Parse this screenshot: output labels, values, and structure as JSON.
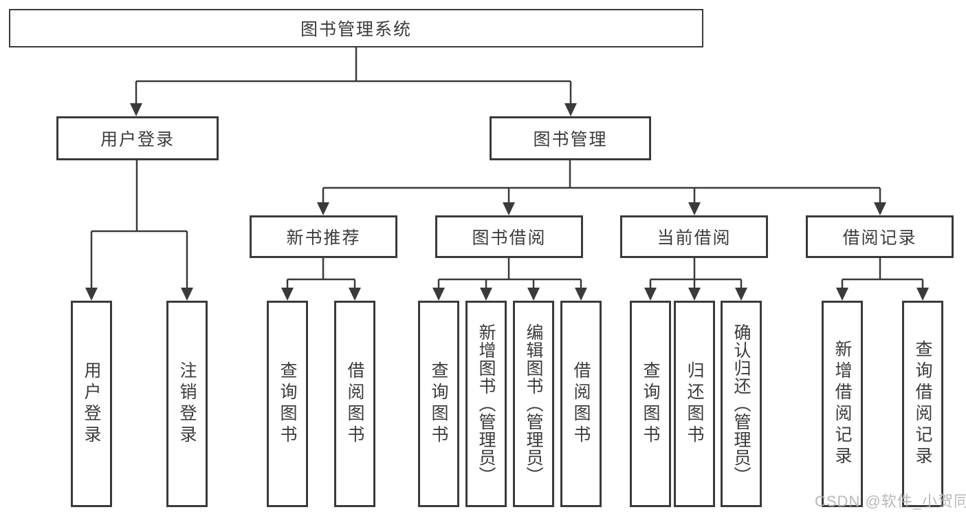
{
  "diagram_title": "图书管理系统",
  "tree": {
    "label": "图书管理系统",
    "children": [
      {
        "label": "用户登录",
        "children": [
          {
            "label": "用户登录"
          },
          {
            "label": "注销登录"
          }
        ]
      },
      {
        "label": "图书管理",
        "children": [
          {
            "label": "新书推荐",
            "children": [
              {
                "label": "查询图书"
              },
              {
                "label": "借阅图书"
              }
            ]
          },
          {
            "label": "图书借阅",
            "children": [
              {
                "label": "查询图书"
              },
              {
                "label": "新增图书（管理员）"
              },
              {
                "label": "编辑图书（管理员）"
              },
              {
                "label": "借阅图书"
              }
            ]
          },
          {
            "label": "当前借阅",
            "children": [
              {
                "label": "查询图书"
              },
              {
                "label": "归还图书"
              },
              {
                "label": "确认归还（管理员）"
              }
            ]
          },
          {
            "label": "借阅记录",
            "children": [
              {
                "label": "新增借阅记录"
              },
              {
                "label": "查询借阅记录"
              }
            ]
          }
        ]
      }
    ]
  },
  "watermark": {
    "text": "CSDN @软件_小贺同学"
  },
  "colors": {
    "line": "#3a3a3a",
    "text": "#3b3b3b",
    "watermark": "#b3b3b3",
    "background": "#ffffff"
  }
}
